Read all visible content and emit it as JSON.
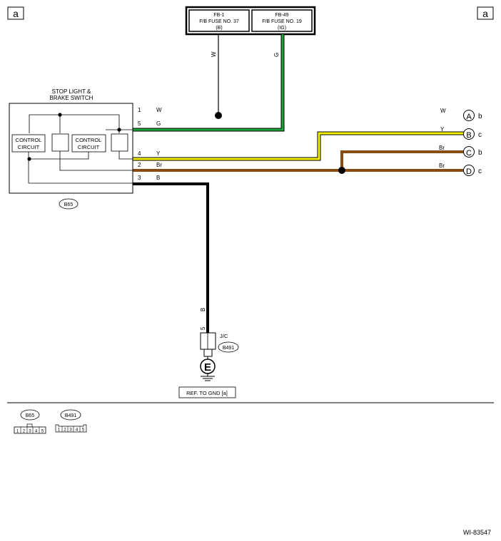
{
  "corner_labels": {
    "left": "a",
    "right": "a"
  },
  "fuses": {
    "left": {
      "line1": "FB-1",
      "line2": "F/B FUSE NO. 37",
      "line3": "(B)"
    },
    "right": {
      "line1": "FB-49",
      "line2": "F/B FUSE NO. 19",
      "line3": "(IG)"
    }
  },
  "switch": {
    "title_line1": "STOP LIGHT &",
    "title_line2": "BRAKE SWITCH",
    "circuit1_line1": "CONTROL",
    "circuit1_line2": "CIRCUIT",
    "circuit2_line1": "CONTROL",
    "circuit2_line2": "CIRCUIT",
    "connector": "B65"
  },
  "pins": [
    {
      "num": "1",
      "color": "W"
    },
    {
      "num": "5",
      "color": "G"
    },
    {
      "num": "4",
      "color": "Y"
    },
    {
      "num": "2",
      "color": "Br"
    },
    {
      "num": "3",
      "color": "B"
    }
  ],
  "vertical_wire_labels": {
    "fuse_left": "W",
    "fuse_right": "G",
    "ground_wire": "B",
    "ground_pin": "5"
  },
  "outputs": [
    {
      "wire": "W",
      "letter": "A",
      "suffix": "b"
    },
    {
      "wire": "Y",
      "letter": "B",
      "suffix": "c"
    },
    {
      "wire": "Br",
      "letter": "C",
      "suffix": "b"
    },
    {
      "wire": "Br",
      "letter": "D",
      "suffix": "c"
    }
  ],
  "junction": {
    "label": "J/C",
    "connector": "B491"
  },
  "ground": {
    "symbol": "E",
    "ref": "REF. TO GND [a]"
  },
  "legend": [
    {
      "connector": "B65",
      "pins": [
        "1",
        "2",
        "3",
        "4",
        "5"
      ]
    },
    {
      "connector": "B491",
      "pins": [
        "1",
        "2",
        "3",
        "4",
        "5"
      ]
    }
  ],
  "figure_id": "WI-83547",
  "colors": {
    "green": "#1aa33a",
    "yellow": "#f5f000",
    "brown": "#8a4b0e",
    "black": "#000000",
    "white_wire": "#000000"
  }
}
